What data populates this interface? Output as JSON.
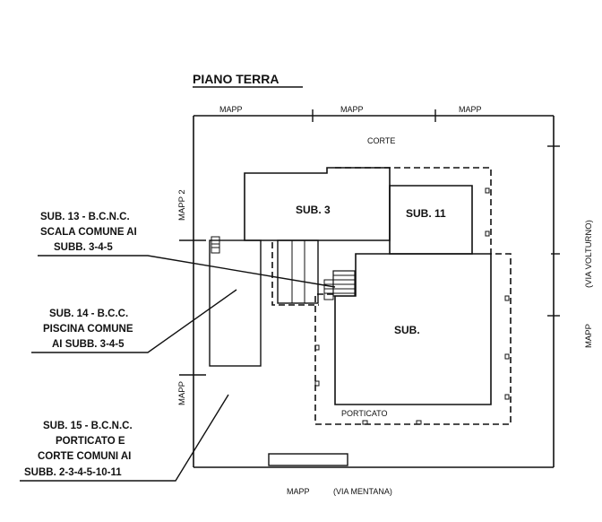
{
  "title": "PIANO TERRA",
  "top_labels": [
    "MAPP",
    "MAPP",
    "MAPP"
  ],
  "courtyard_label": "CORTE",
  "left_side_labels": [
    "MAPP 2",
    "MAPP"
  ],
  "right_side_labels": [
    "(VIA VOLTURNO)",
    "MAPP"
  ],
  "bottom_labels": [
    "MAPP",
    "(VIA MENTANA)"
  ],
  "units": {
    "sub3": "SUB. 3",
    "sub11": "SUB. 11",
    "sub_main": "SUB."
  },
  "porticato_label": "PORTICATO",
  "notes": [
    {
      "lines": [
        "SUB. 13 - B.C.N.C.",
        "SCALA COMUNE AI",
        "SUBB. 3-4-5"
      ]
    },
    {
      "lines": [
        "SUB. 14 - B.C.C.",
        "PISCINA COMUNE",
        "AI SUBB. 3-4-5"
      ]
    },
    {
      "lines": [
        "SUB. 15 - B.C.N.C.",
        "PORTICATO E",
        "CORTE COMUNI AI",
        "SUBB. 2-3-4-5-10-11"
      ]
    }
  ]
}
